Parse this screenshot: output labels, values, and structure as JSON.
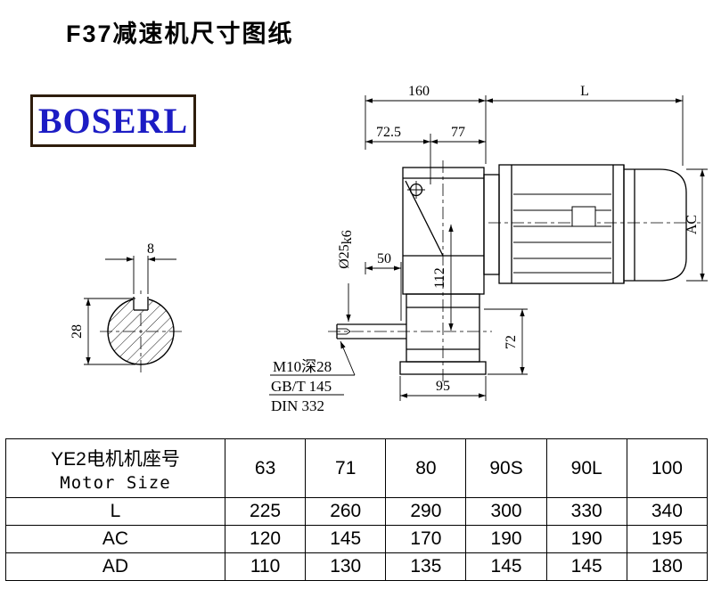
{
  "title": "F37减速机尺寸图纸",
  "logo_text": "BOSERL",
  "drawing": {
    "dim_160": "160",
    "dim_L": "L",
    "dim_72_5": "72.5",
    "dim_77": "77",
    "dim_AC": "AC",
    "dim_8": "8",
    "dim_28": "28",
    "shaft_dia": "Ø25",
    "shaft_fit": "k6",
    "dim_50": "50",
    "dim_112": "112",
    "dim_72": "72",
    "dim_95": "95",
    "thread_note": "M10深28",
    "std_note1": "GB/T 145",
    "std_note2": "DIN 332"
  },
  "table": {
    "motor_label_cn": "YE2电机机座号",
    "motor_label_en": "Motor Size",
    "sizes": [
      "63",
      "71",
      "80",
      "90S",
      "90L",
      "100"
    ],
    "rows": [
      {
        "label": "L",
        "values": [
          "225",
          "260",
          "290",
          "300",
          "330",
          "340"
        ]
      },
      {
        "label": "AC",
        "values": [
          "120",
          "145",
          "170",
          "190",
          "190",
          "195"
        ]
      },
      {
        "label": "AD",
        "values": [
          "110",
          "130",
          "135",
          "145",
          "145",
          "180"
        ]
      }
    ]
  }
}
